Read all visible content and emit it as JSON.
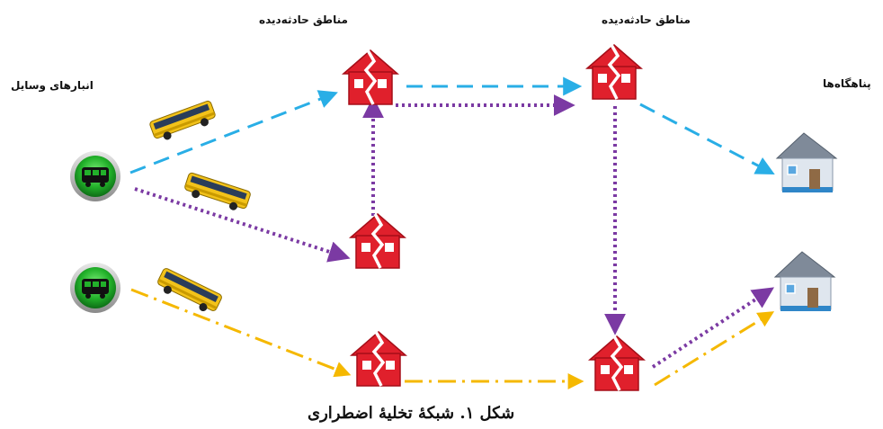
{
  "labels": {
    "depots": "انبارهای وسایل",
    "affected_1": "مناطق حادثه‌دیده",
    "affected_2": "مناطق حادثه‌دیده",
    "shelters": "پناهگاه‌ها"
  },
  "caption": "شکل ۱. شبکهٔ تخلیهٔ اضطراری",
  "colors": {
    "blue_route": "#29aee6",
    "purple_route": "#7b3aa3",
    "orange_route": "#f5b800",
    "affected_house": "#e0202c",
    "depot_green": "#22b12a"
  },
  "icons": {
    "depot": "bus-depot-icon",
    "affected": "damaged-house-icon",
    "shelter": "shelter-house-icon",
    "vehicle": "bus-icon"
  }
}
